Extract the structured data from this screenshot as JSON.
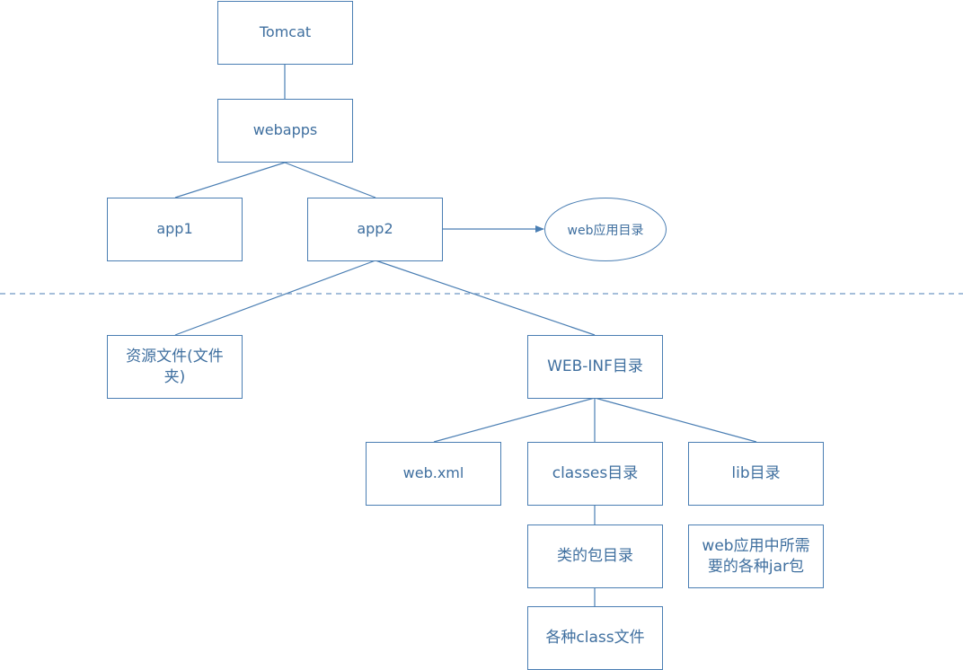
{
  "colors": {
    "line": "#4a7eb3",
    "text": "#3f6f9f",
    "divider": "#6f98c3"
  },
  "nodes": {
    "tomcat": "Tomcat",
    "webapps": "webapps",
    "app1": "app1",
    "app2": "app2",
    "web_app_dir": "web应用目录",
    "resource_files": "资源文件(文件夹)",
    "web_inf": "WEB-INF目录",
    "web_xml": "web.xml",
    "classes_dir": "classes目录",
    "lib_dir": "lib目录",
    "class_package_dir": "类的包目录",
    "class_files": "各种class文件",
    "jar_packages": "web应用中所需要的各种jar包"
  }
}
